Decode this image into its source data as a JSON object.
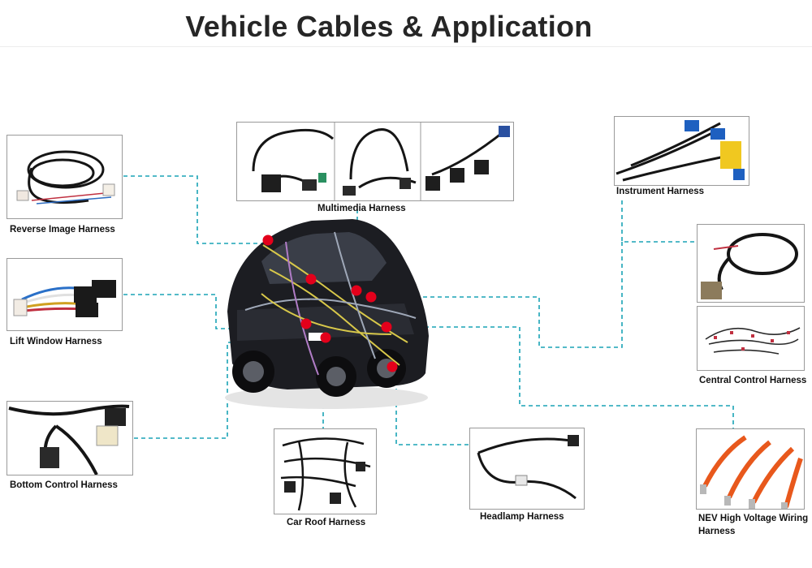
{
  "title": "Vehicle Cables & Application",
  "colors": {
    "accent_line": "#1aa3b5",
    "marker": "#e3001b",
    "car_body": "#1c1d22",
    "wire_yellow": "#d8c84a"
  },
  "harnesses": {
    "reverse_image": "Reverse Image Harness",
    "lift_window": "Lift Window Harness",
    "bottom_control": "Bottom Control Harness",
    "multimedia": "Multimedia Harness",
    "instrument": "Instrument Harness",
    "central_control": "Central Control Harness",
    "car_roof": "Car Roof Harness",
    "headlamp": "Headlamp Harness",
    "nev_high_voltage": "NEV High Voltage Wiring Harness"
  }
}
